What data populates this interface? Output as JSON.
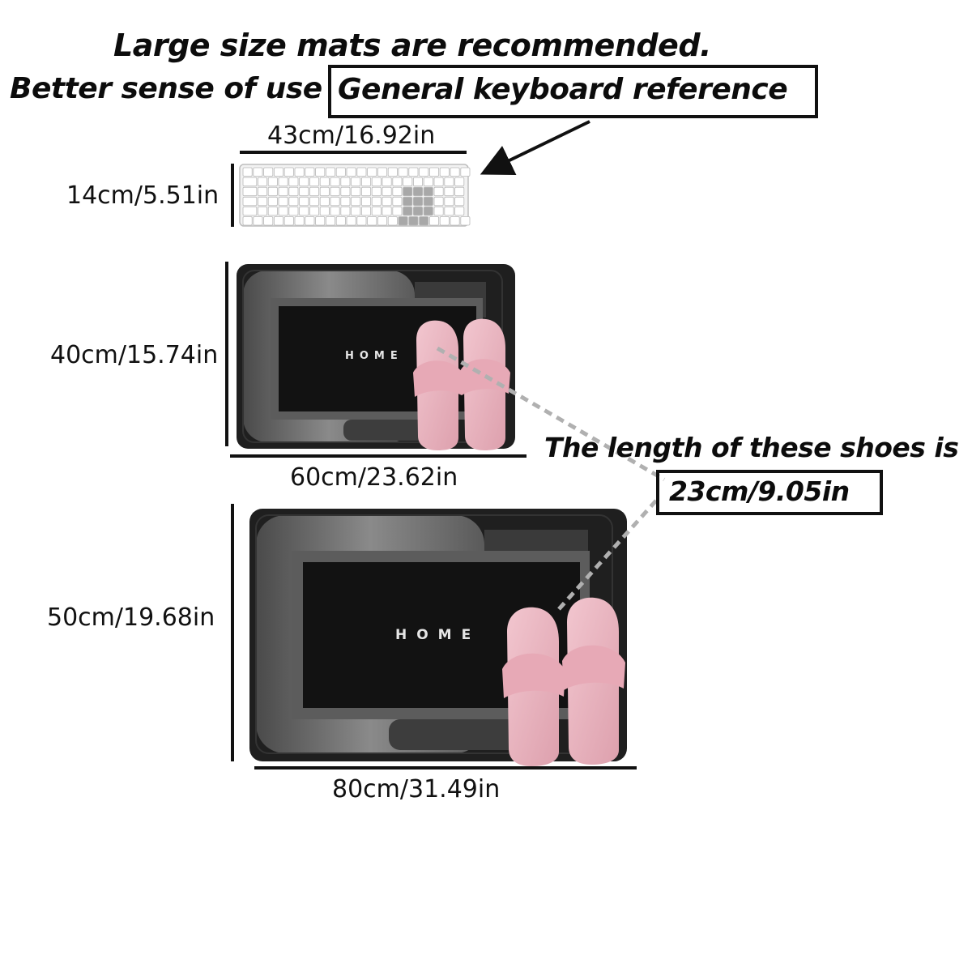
{
  "header": {
    "line1": "Large size mats are recommended.",
    "line2_prefix": "Better sense of use",
    "line2_boxed": "General keyboard reference"
  },
  "keyboard": {
    "width_label": "43cm/16.92in",
    "height_label": "14cm/5.51in"
  },
  "mat_small": {
    "mat_text": "HOME",
    "height_label": "40cm/15.74in",
    "width_label": "60cm/23.62in"
  },
  "mat_large": {
    "mat_text": "HOME",
    "height_label": "50cm/19.68in",
    "width_label": "80cm/31.49in"
  },
  "shoe_note": {
    "line1": "The length of these shoes is",
    "value": "23cm/9.05in"
  },
  "colors": {
    "mat_dark": "#1e1e1e",
    "mat_grey": "#6b6b6b",
    "slipper": "#e8b6c0",
    "keyboard": "#ececec"
  }
}
